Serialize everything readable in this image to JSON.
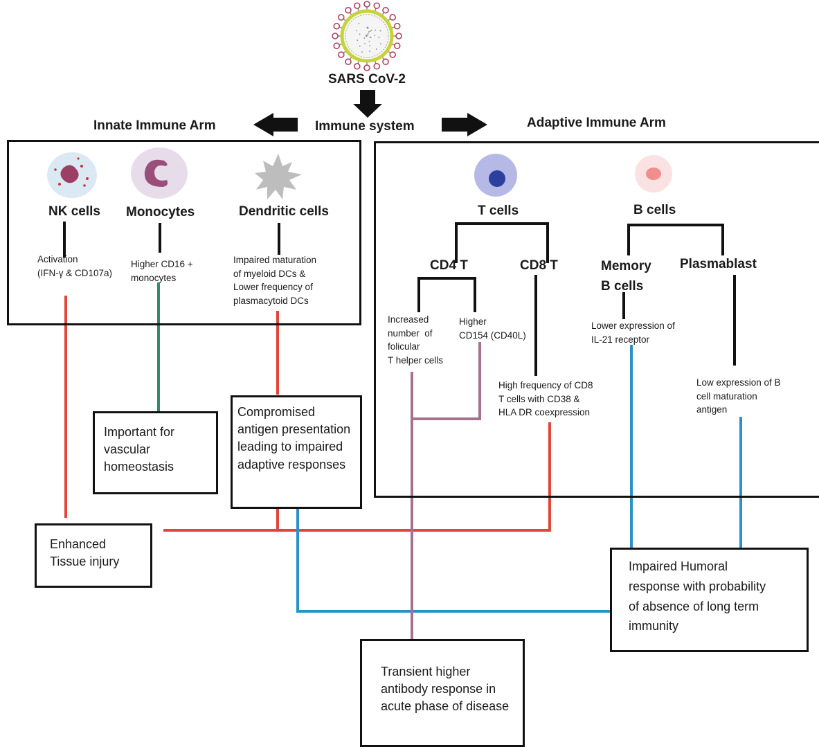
{
  "virus_label": "SARS CoV-2",
  "immune_system_label": "Immune system",
  "innate_arm": {
    "title": "Innate Immune Arm",
    "cells": [
      {
        "name": "NK cells",
        "note": "Activation\n(IFN-γ & CD107a)",
        "icon": "nk-cell-icon"
      },
      {
        "name": "Monocytes",
        "note": "Higher CD16 +\nmonocytes",
        "icon": "monocyte-icon"
      },
      {
        "name": "Dendritic cells",
        "note": "Impaired maturation\nof myeloid DCs &\nLower frequency of\nplasmacytoid DCs",
        "icon": "dendritic-cell-icon"
      }
    ]
  },
  "adaptive_arm": {
    "title": "Adaptive Immune Arm",
    "t_cells": {
      "name": "T cells",
      "icon": "t-cell-icon",
      "cd4": {
        "name": "CD4 T",
        "notes": [
          "Increased\nnumber  of\nfolicular\nT helper cells",
          "Higher\nCD154 (CD40L)"
        ]
      },
      "cd8": {
        "name": "CD8 T",
        "note": "High frequency of CD8\nT cells with CD38 &\nHLA DR coexpression"
      }
    },
    "b_cells": {
      "name": "B cells",
      "icon": "b-cell-icon",
      "memory": {
        "name": "Memory\nB cells",
        "note": "Lower expression of\nIL-21 receptor"
      },
      "plasmablast": {
        "name": "Plasmablast",
        "note": "Low expression of B\ncell maturation\nantigen"
      }
    }
  },
  "outcomes": {
    "vascular": "Important for\nvascular\nhomeostasis",
    "antigen": "Compromised\nantigen presentation\nleading to impaired\nadaptive responses",
    "tissue": "Enhanced\nTissue injury",
    "humoral": "Impaired Humoral\nresponse with probability\nof absence of long term\nimmunity",
    "antibody": "Transient higher\nantibody response in\nacute phase of disease"
  },
  "colors": {
    "red": "#e0463a",
    "green": "#2e8b6c",
    "blue": "#2a91c9",
    "purple": "#a8708f",
    "black": "#111111"
  }
}
